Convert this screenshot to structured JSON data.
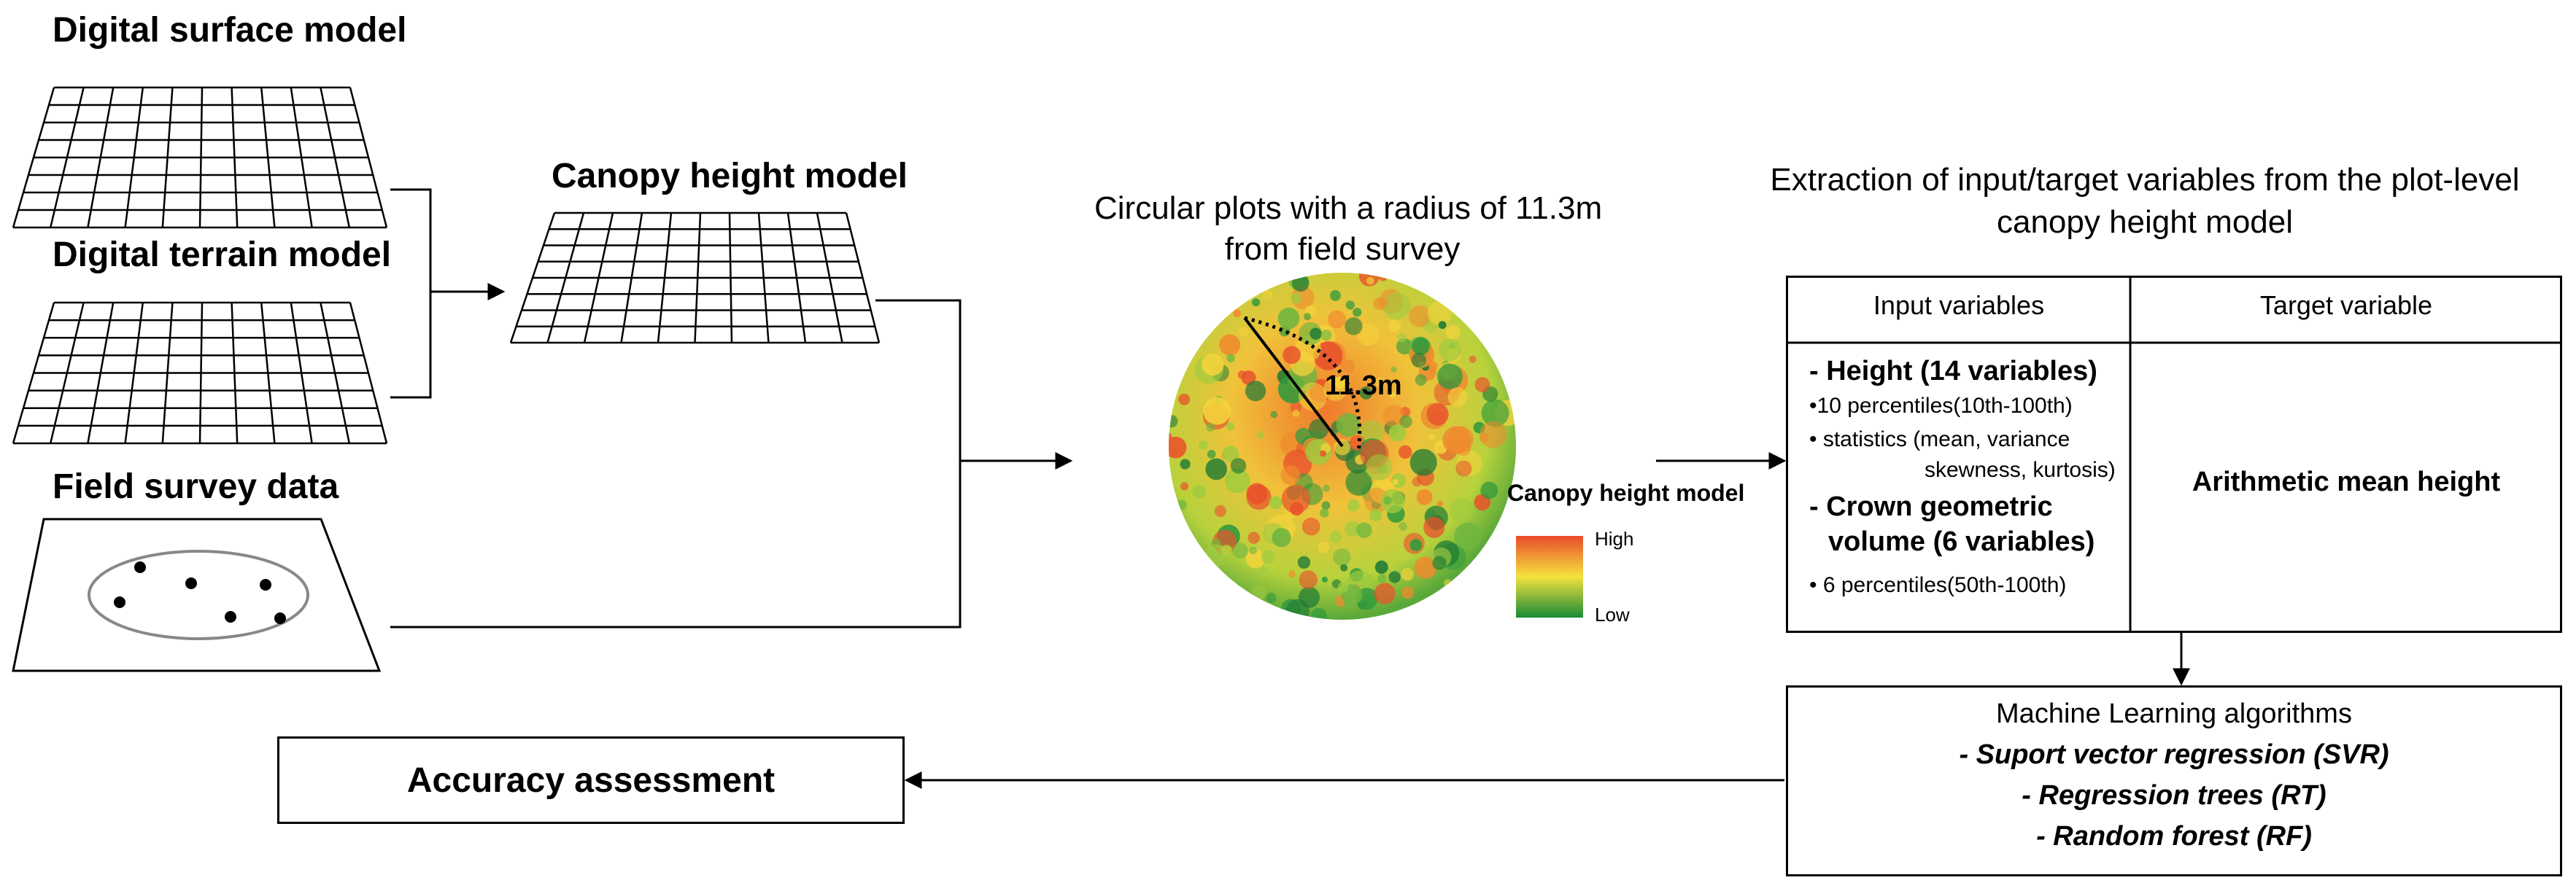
{
  "labels": {
    "dsm": "Digital surface model",
    "dtm": "Digital terrain model",
    "chm": "Canopy height model",
    "field": "Field survey data",
    "plots_line1": "Circular plots with a radius of 11.3m",
    "plots_line2": "from field survey",
    "radius": "11.3m",
    "legend_title": "Canopy height model",
    "legend_high": "High",
    "legend_low": "Low",
    "extract_line1": "Extraction of input/target variables from the plot-level",
    "extract_line2": "canopy height model"
  },
  "table": {
    "header_input": "Input variables",
    "header_target": "Target variable",
    "height_title": "- Height (14 variables)",
    "height_item1": "•10 percentiles(10th-100th)",
    "height_item2": "• statistics (mean, variance",
    "height_item2b": "skewness, kurtosis)",
    "crown_title1": "- Crown geometric",
    "crown_title2": "volume (6 variables)",
    "crown_item1": "• 6 percentiles(50th-100th)",
    "target_value": "Arithmetic mean height"
  },
  "ml": {
    "title": "Machine Learning algorithms",
    "algo1": "- Suport vector regression (SVR)",
    "algo2": "- Regression trees (RT)",
    "algo3": "- Random forest (RF)"
  },
  "accuracy": "Accuracy assessment",
  "colors": {
    "high": "#e8402a",
    "mid": "#f2e03a",
    "low": "#1f8a3a",
    "line": "#000000"
  }
}
